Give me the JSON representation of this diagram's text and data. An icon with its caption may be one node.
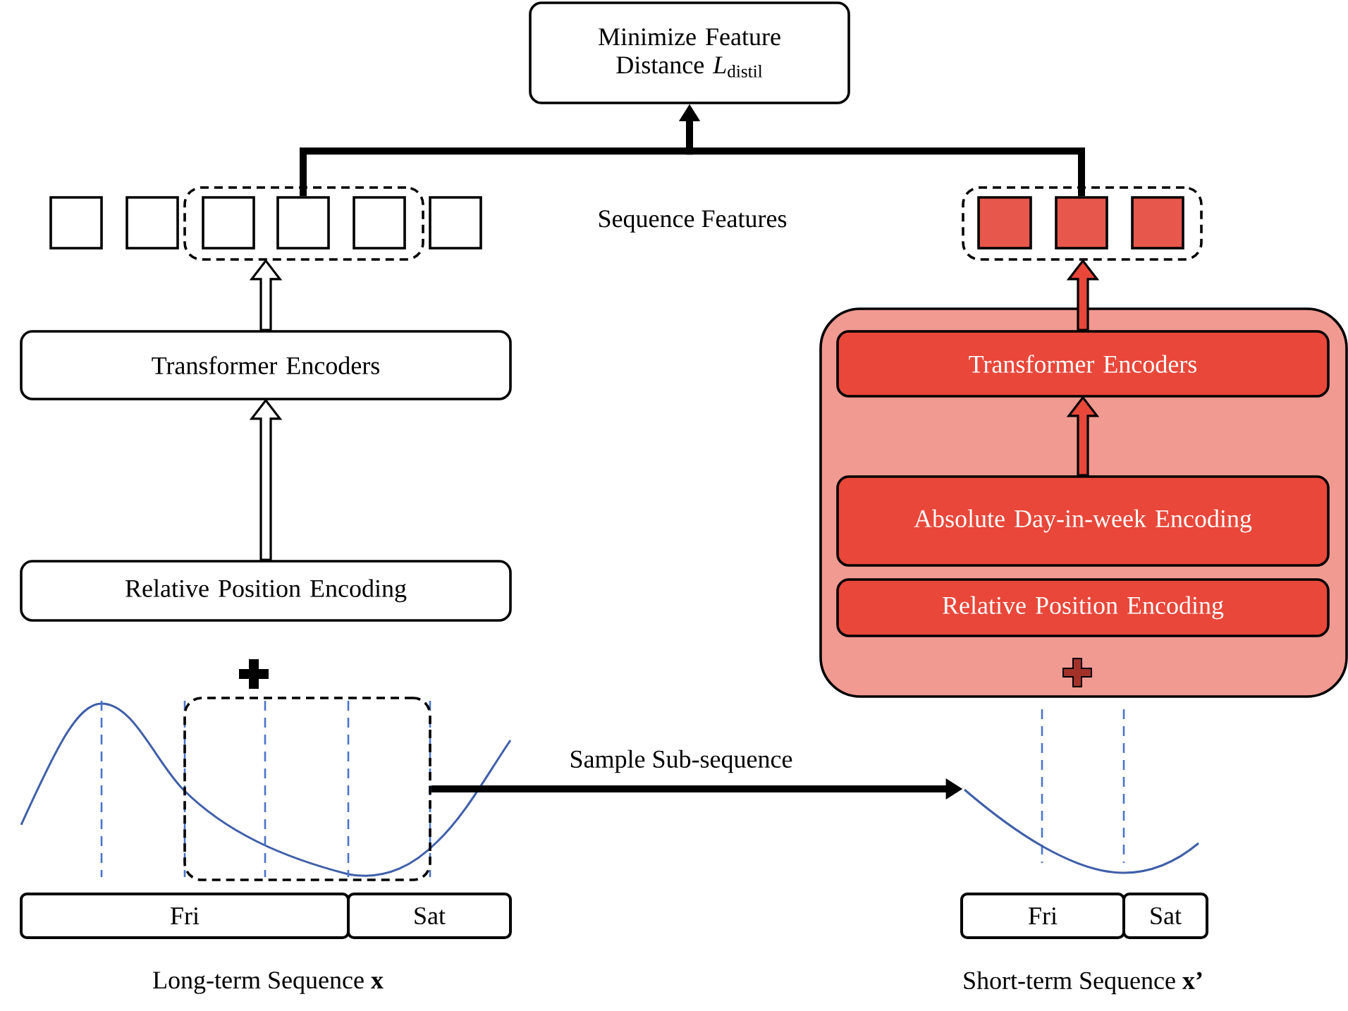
{
  "diagram": {
    "nodes": [
      {
        "text": [
          "Minimize Feature Distance *L*$_{distil}$"
        ]
      },
      {
        "text": [],
        "shape": "box"
      },
      {
        "text": [],
        "shape": "box"
      },
      {
        "text": [],
        "shape": "box"
      },
      {
        "text": [],
        "shape": "box",
        "in": 3
      },
      {
        "text": [],
        "shape": "box",
        "in": 3
      },
      {
        "text": [],
        "shape": "box",
        "in": 3
      },
      {
        "text": [],
        "shape": "box"
      },
      {
        "text": [],
        "shape": "box"
      },
      {
        "text": [],
        "shape": "box",
        "in": 8
      },
      {
        "text": [],
        "shape": "box",
        "in": 8
      },
      {
        "text": [],
        "shape": "box",
        "in": 8
      },
      {
        "text": [
          "Transformer Encoders"
        ]
      },
      {
        "text": [
          "Relative Position Encoding"
        ]
      },
      {
        "text": [],
        "shape": "box"
      },
      {
        "text": [
          "Transformer Encoders"
        ],
        "in": 14
      },
      {
        "text": [
          "Absolute Day-in-week Encoding"
        ],
        "in": 14
      },
      {
        "text": [
          "Relative Position Encoding"
        ],
        "in": 14
      },
      {
        "text": [
          "Fri"
        ]
      },
      {
        "text": [
          "Sat"
        ]
      },
      {
        "text": [
          "Fri"
        ]
      },
      {
        "text": [
          "Sat"
        ]
      },
      {
        "text": [],
        "shape": "box"
      },
      {
        "text": [],
        "shape": "picture"
      }
    ],
    "edges": [
      {
        "from": 5,
        "to": 0,
        "arrow": "to"
      },
      {
        "from": 10,
        "to": 0,
        "arrow": "to"
      },
      {
        "from": 12,
        "to": 3,
        "arrow": "to",
        "style": "thick"
      },
      {
        "from": 13,
        "to": 12,
        "arrow": "to",
        "style": "thick"
      },
      {
        "from": 16,
        "to": 15,
        "arrow": "to",
        "style": "thick",
        "color": "#e8473a"
      },
      {
        "from": 15,
        "to": 8,
        "arrow": "to",
        "style": "thick",
        "color": "#e8473a"
      },
      {
        "from": 22,
        "to": 23,
        "arrow": "to",
        "label": "Sample Sub-sequence"
      }
    ],
    "labels": [
      "Sequence Features",
      "Long-term Sequence **x**",
      "Short-term Sequence **x’**"
    ]
  }
}
